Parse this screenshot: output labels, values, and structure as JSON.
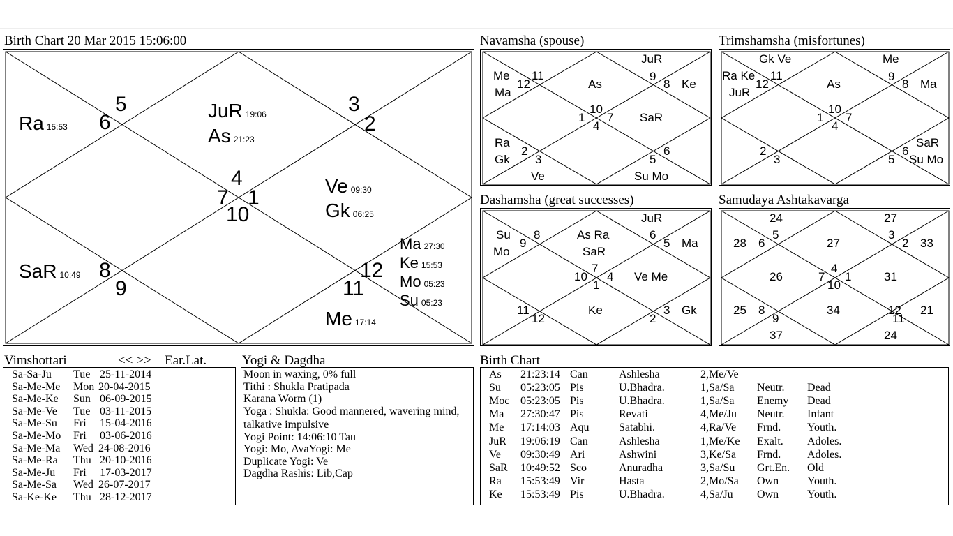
{
  "main_chart": {
    "title": "Birth Chart  20 Mar 2015  15:06:00",
    "signs": [
      "5",
      "6",
      "3",
      "2",
      "4",
      "7",
      "1",
      "10",
      "8",
      "9",
      "12",
      "11"
    ],
    "planets": [
      {
        "name": "Ra",
        "deg": "15:53"
      },
      {
        "name": "JuR",
        "deg": "19:06"
      },
      {
        "name": "As",
        "deg": "21:23"
      },
      {
        "name": "Ve",
        "deg": "09:30"
      },
      {
        "name": "Gk",
        "deg": "06:25"
      },
      {
        "name": "SaR",
        "deg": "10:49"
      },
      {
        "name": "Ma",
        "deg": "27:30"
      },
      {
        "name": "Ke",
        "deg": "15:53"
      },
      {
        "name": "Mo",
        "deg": "05:23"
      },
      {
        "name": "Su",
        "deg": "05:23"
      },
      {
        "name": "Me",
        "deg": "17:14"
      }
    ]
  },
  "navamsha": {
    "title": "Navamsha (spouse)",
    "items": [
      "Me",
      "Ma",
      "11",
      "12",
      "As",
      "JuR",
      "9",
      "8",
      "Ke",
      "1",
      "10",
      "7",
      "4",
      "SaR",
      "Ra",
      "Gk",
      "2",
      "3",
      "Ve",
      "5",
      "6",
      "Su Mo"
    ]
  },
  "trimshamsha": {
    "title": "Trimshamsha (misfortunes)",
    "items": [
      "Gk Ve",
      "Me",
      "Ra Ke",
      "JuR",
      "11",
      "12",
      "As",
      "9",
      "8",
      "Ma",
      "1",
      "10",
      "7",
      "4",
      "2",
      "3",
      "5",
      "6",
      "SaR",
      "Su Mo"
    ]
  },
  "dashamsha": {
    "title": "Dashamsha (great successes)",
    "items": [
      "Su",
      "Mo",
      "9",
      "8",
      "As Ra",
      "SaR",
      "JuR",
      "6",
      "5",
      "Ma",
      "7",
      "10",
      "4",
      "1",
      "Ve Me",
      "11",
      "12",
      "Ke",
      "2",
      "3",
      "Gk"
    ]
  },
  "ashtakavarga": {
    "title": "Samudaya Ashtakavarga",
    "items": [
      "24",
      "27",
      "28",
      "6",
      "5",
      "27",
      "3",
      "2",
      "33",
      "26",
      "7",
      "4",
      "10",
      "1",
      "31",
      "25",
      "8",
      "9",
      "34",
      "12",
      "11",
      "21",
      "37",
      "24"
    ]
  },
  "vimshottari": {
    "title": "Vimshottari",
    "nav": "<< >>",
    "mode": "Ear.Lat.",
    "rows": [
      {
        "period": "Sa-Sa-Ju",
        "day": "Tue",
        "date": "25-11-2014"
      },
      {
        "period": "Sa-Me-Me",
        "day": "Mon",
        "date": "20-04-2015"
      },
      {
        "period": "Sa-Me-Ke",
        "day": "Sun",
        "date": "06-09-2015"
      },
      {
        "period": "Sa-Me-Ve",
        "day": "Tue",
        "date": "03-11-2015"
      },
      {
        "period": "Sa-Me-Su",
        "day": "Fri",
        "date": "15-04-2016"
      },
      {
        "period": "Sa-Me-Mo",
        "day": "Fri",
        "date": "03-06-2016"
      },
      {
        "period": "Sa-Me-Ma",
        "day": "Wed",
        "date": "24-08-2016"
      },
      {
        "period": "Sa-Me-Ra",
        "day": "Thu",
        "date": "20-10-2016"
      },
      {
        "period": "Sa-Me-Ju",
        "day": "Fri",
        "date": "17-03-2017"
      },
      {
        "period": "Sa-Me-Sa",
        "day": "Wed",
        "date": "26-07-2017"
      },
      {
        "period": "Sa-Ke-Ke",
        "day": "Thu",
        "date": "28-12-2017"
      }
    ]
  },
  "yogi": {
    "title": "Yogi & Dagdha",
    "lines": [
      "Moon in waxing, 0% full",
      "Tithi : Shukla  Pratipada",
      "Karana Worm (1)",
      "Yoga : Shukla: Good mannered, wavering mind,",
      "talkative impulsive",
      "Yogi Point: 14:06:10 Tau",
      "Yogi: Mo, AvaYogi: Me",
      "Duplicate Yogi: Ve",
      "Dagdha Rashis: Lib,Cap"
    ]
  },
  "birth_table": {
    "title": "Birth Chart",
    "rows": [
      {
        "planet": "As",
        "deg": "21:23:14",
        "sign": "Can",
        "nak": "Ashlesha",
        "pada": "2,Me/Ve",
        "rel": "",
        "state": ""
      },
      {
        "planet": "Su",
        "deg": "05:23:05",
        "sign": "Pis",
        "nak": "U.Bhadra.",
        "pada": "1,Sa/Sa",
        "rel": "Neutr.",
        "state": "Dead"
      },
      {
        "planet": "Moc",
        "deg": "05:23:05",
        "sign": "Pis",
        "nak": "U.Bhadra.",
        "pada": "1,Sa/Sa",
        "rel": "Enemy",
        "state": "Dead"
      },
      {
        "planet": "Ma",
        "deg": "27:30:47",
        "sign": "Pis",
        "nak": "Revati",
        "pada": "4,Me/Ju",
        "rel": "Neutr.",
        "state": "Infant"
      },
      {
        "planet": "Me",
        "deg": "17:14:03",
        "sign": "Aqu",
        "nak": "Satabhi.",
        "pada": "4,Ra/Ve",
        "rel": "Frnd.",
        "state": "Youth."
      },
      {
        "planet": "JuR",
        "deg": "19:06:19",
        "sign": "Can",
        "nak": "Ashlesha",
        "pada": "1,Me/Ke",
        "rel": "Exalt.",
        "state": "Adoles."
      },
      {
        "planet": "Ve",
        "deg": "09:30:49",
        "sign": "Ari",
        "nak": "Ashwini",
        "pada": "3,Ke/Sa",
        "rel": "Frnd.",
        "state": "Adoles."
      },
      {
        "planet": "SaR",
        "deg": "10:49:52",
        "sign": "Sco",
        "nak": "Anuradha",
        "pada": "3,Sa/Su",
        "rel": "Grt.En.",
        "state": "Old"
      },
      {
        "planet": "Ra",
        "deg": "15:53:49",
        "sign": "Vir",
        "nak": "Hasta",
        "pada": "2,Mo/Sa",
        "rel": "Own",
        "state": "Youth."
      },
      {
        "planet": "Ke",
        "deg": "15:53:49",
        "sign": "Pis",
        "nak": "U.Bhadra.",
        "pada": "4,Sa/Ju",
        "rel": "Own",
        "state": "Youth."
      }
    ]
  }
}
